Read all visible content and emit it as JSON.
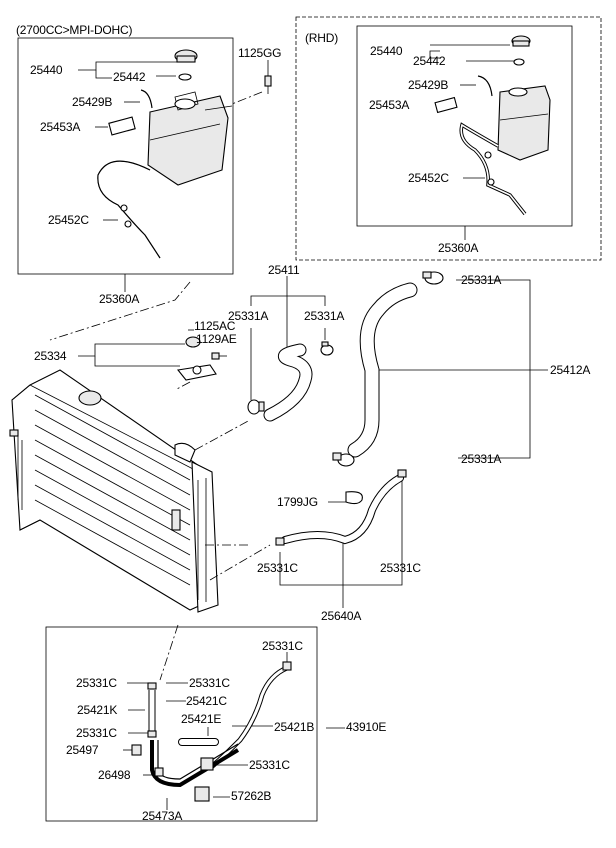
{
  "header": {
    "engine": "(2700CC>MPI-DOHC)",
    "rhd_title": "(RHD)"
  },
  "reservoir_lhd": {
    "cap": "25440",
    "gasket": "25442",
    "hose": "25429B",
    "label": "25453A",
    "tube": "25452C",
    "bolt": "1125GG",
    "assembly": "25360A"
  },
  "reservoir_rhd": {
    "cap": "25440",
    "gasket": "25442",
    "hose": "25429B",
    "label": "25453A",
    "tube": "25452C",
    "assembly": "25360A"
  },
  "radiator": {
    "cap_assy": "25334",
    "bolt_1": "1125AC",
    "bolt_2": "1129AE"
  },
  "upper_hose": {
    "hose": "25411",
    "clamp_left": "25331A",
    "clamp_right": "25331A"
  },
  "lower_hose": {
    "hose": "25412A",
    "clamp_top": "25331A",
    "clamp_bottom": "25331A"
  },
  "oil_hose": {
    "clip": "1799JG",
    "clamp_left": "25331C",
    "clamp_right": "25331C",
    "hose": "25640A"
  },
  "oil_cooler": {
    "clamp_top": "25331C",
    "clamp_left_1": "25331C",
    "clamp_right_1": "25331C",
    "hose_k": "25421K",
    "hose_c": "25421C",
    "hose_e": "25421E",
    "hose_b": "25421B",
    "assembly": "43910E",
    "clamp_left_2": "25331C",
    "clamp_right_2": "25331C",
    "bracket": "25497",
    "clip": "26498",
    "tube": "25473A",
    "clip_2": "57262B"
  }
}
